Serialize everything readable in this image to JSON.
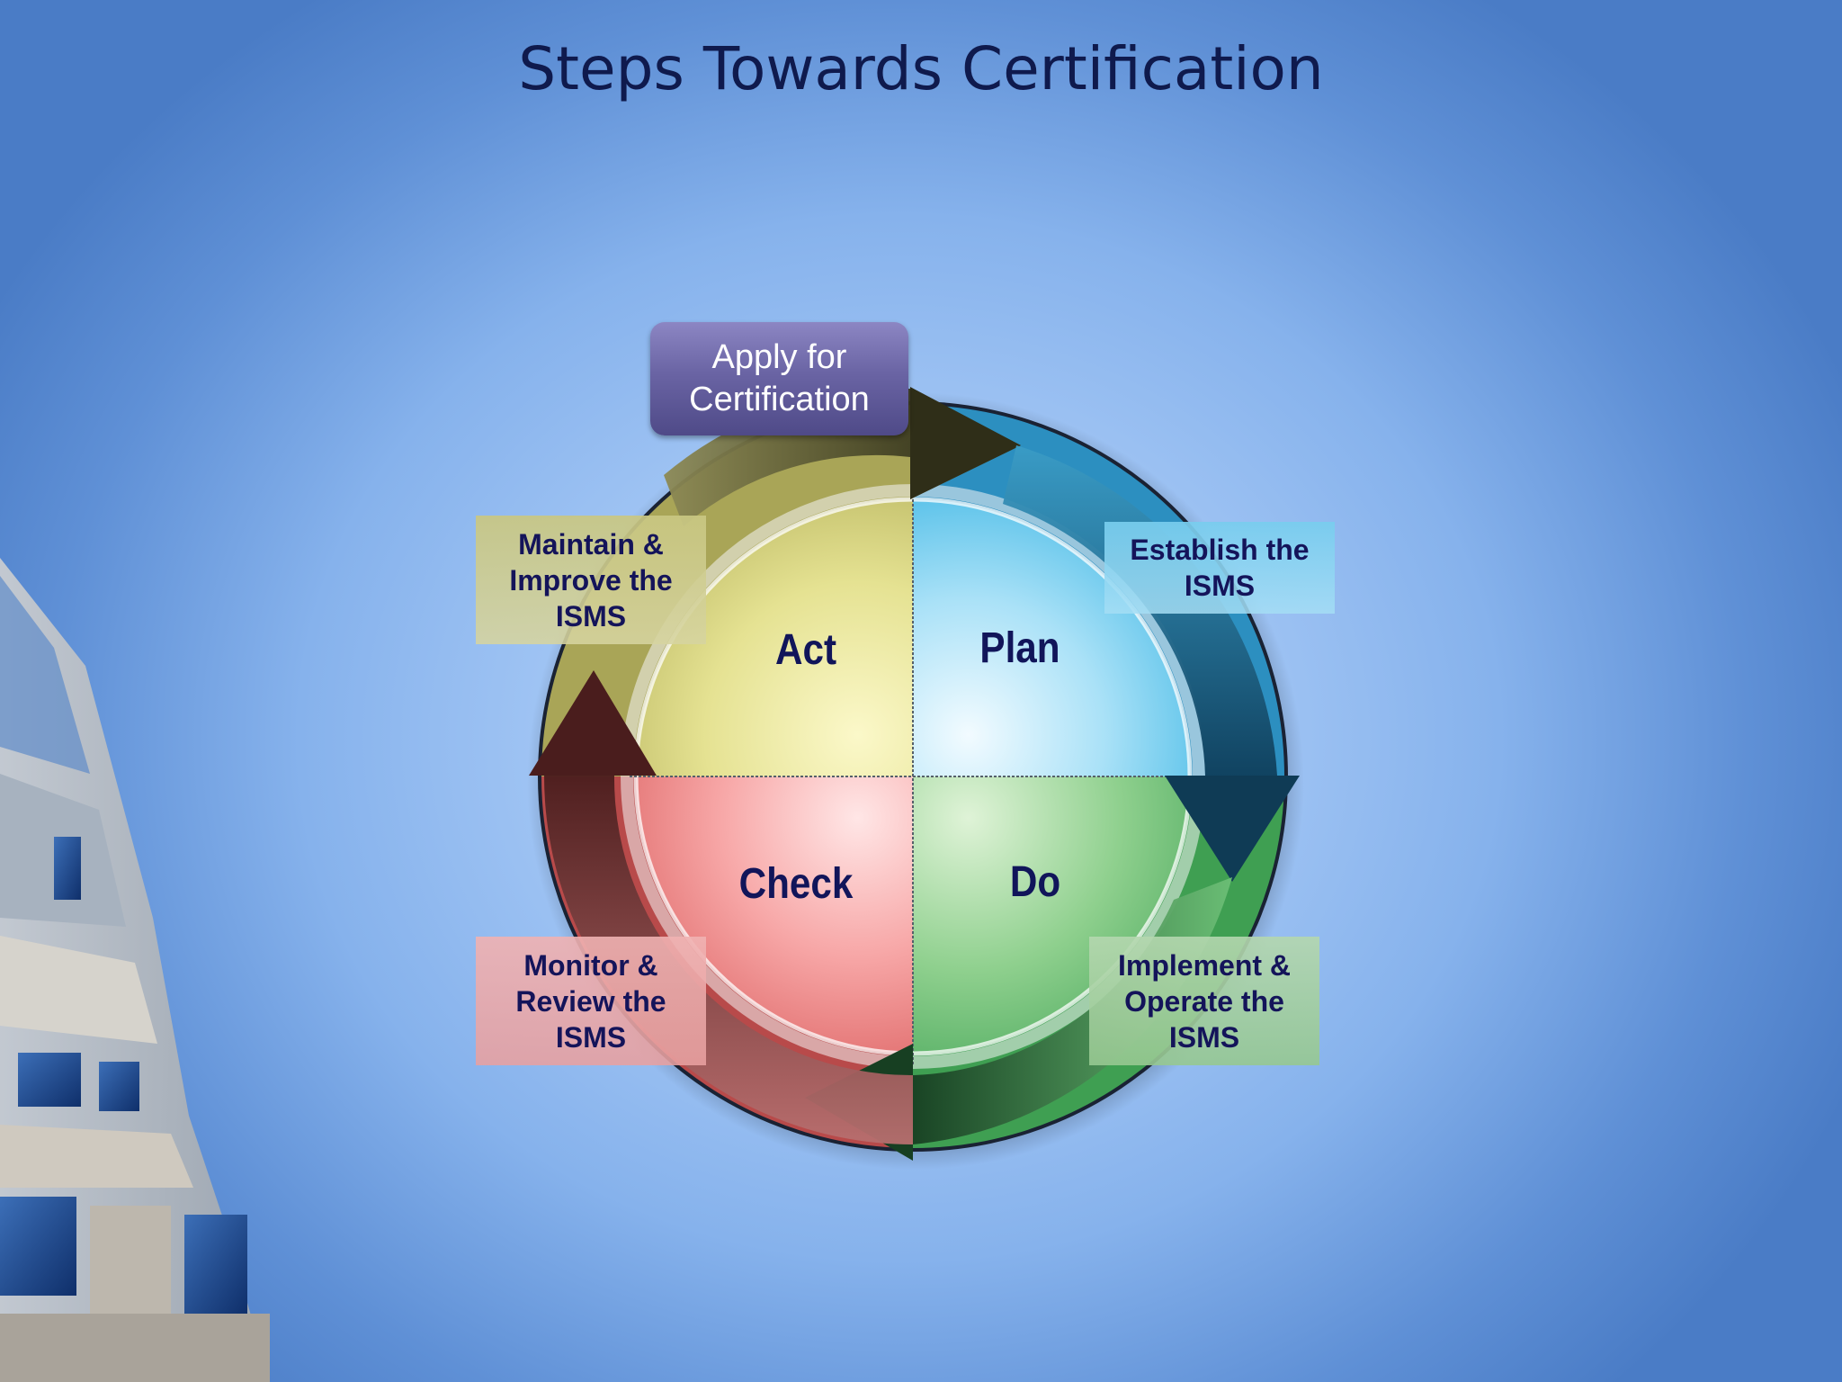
{
  "title": "Steps Towards Certification",
  "cycle": {
    "quadrants": {
      "plan": "Plan",
      "do": "Do",
      "check": "Check",
      "act": "Act"
    },
    "steps": {
      "establish": "Establish the\nISMS",
      "implement": "Implement &\nOperate the\nISMS",
      "monitor": "Monitor &\nReview the\nISMS",
      "maintain": "Maintain &\nImprove the\nISMS"
    },
    "apply": "Apply for\nCertification"
  },
  "colors": {
    "title": "#0f1a4d",
    "label_text": "#14145a",
    "plan": "#5cc3ea",
    "do": "#7dc47f",
    "check": "#f08b8b",
    "act": "#d8d57a",
    "apply_box": "#6a64a4"
  }
}
